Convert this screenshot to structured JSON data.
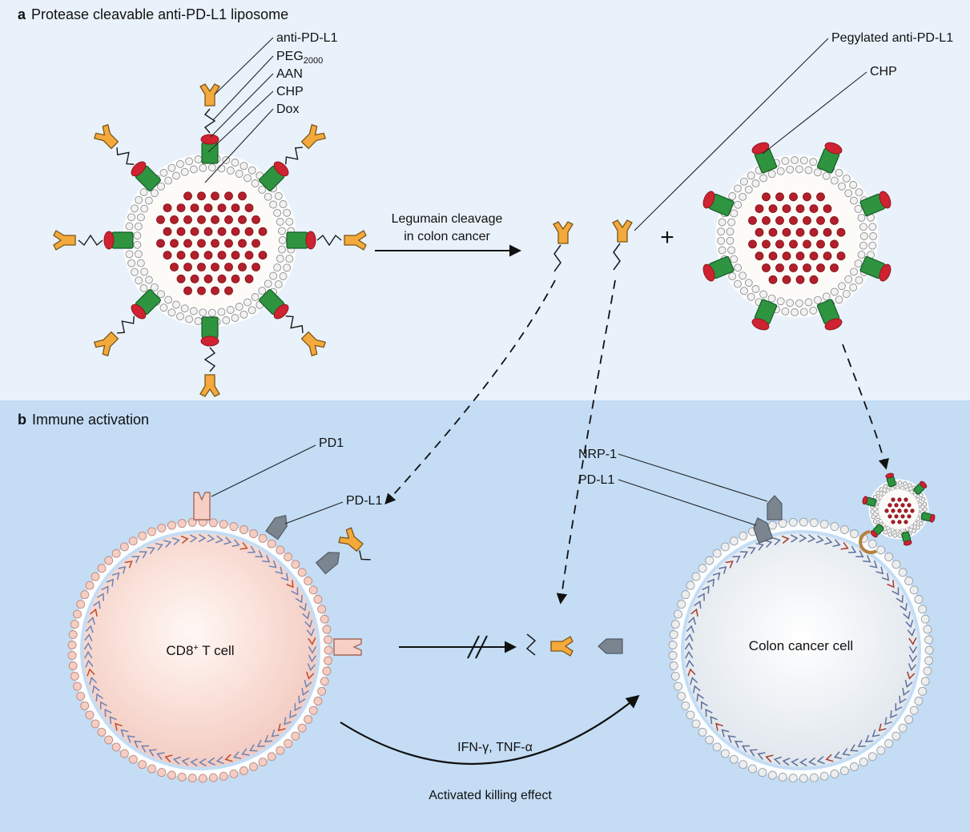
{
  "panel_a": {
    "tag": "a",
    "title": "Protease cleavable anti-PD-L1 liposome",
    "labels": {
      "anti_pdl1": "anti-PD-L1",
      "peg_base": "PEG",
      "peg_sub": "2000",
      "aan": "AAN",
      "chp": "CHP",
      "dox": "Dox"
    },
    "arrow_caption_line1": "Legumain cleavage",
    "arrow_caption_line2": "in colon cancer",
    "plus": "+",
    "right_labels": {
      "pegylated": "Pegylated anti-PD-L1",
      "chp": "CHP"
    }
  },
  "panel_b": {
    "tag": "b",
    "title": "Immune activation",
    "labels": {
      "pd1": "PD1",
      "pdl1_tcell": "PD-L1",
      "nrp1": "NRP-1",
      "pdl1_cancer": "PD-L1"
    },
    "t_cell": {
      "name_base": "CD8",
      "name_sup": "+",
      "name_rest": " T cell"
    },
    "cancer_cell": {
      "name": "Colon cancer cell"
    },
    "cytokines": "IFN-γ, TNF-α",
    "killing_effect": "Activated killing effect"
  },
  "colors": {
    "panel_a_bg": "#e9f2fb",
    "panel_b_bg": "#c4ddf5",
    "antibody_orange": "#f4a93c",
    "chp_green": "#2e9440",
    "dox_red": "#b41f2c",
    "pdl1_gray": "#7b8590",
    "pd1_pink": "#f7cfc5"
  }
}
